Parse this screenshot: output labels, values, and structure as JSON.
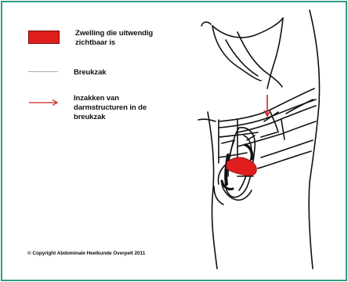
{
  "legend": {
    "swelling_label": "Zwelling die uitwendig\nzichtbaar is",
    "sac_label": "Breukzak",
    "collapse_label": "Inzakken van\ndarmstructuren in de\nbreukzak"
  },
  "colors": {
    "frame": "#2f9c84",
    "swelling": "#e01e1e",
    "sac_line": "#aaaaaa",
    "arrow": "#d62020"
  },
  "copyright": "© Copyright Abdominale Heelkunde Overpelt 2011"
}
